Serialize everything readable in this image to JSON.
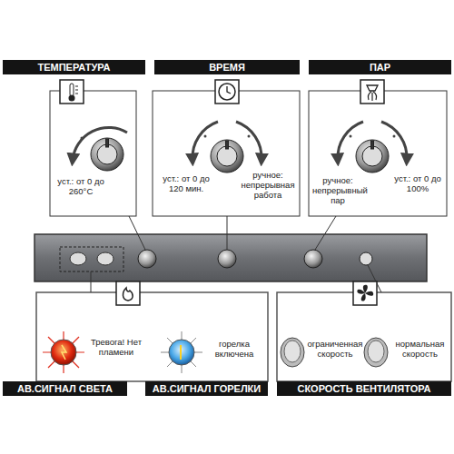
{
  "diagram": {
    "nodes": [
      {
        "text": [
          "ТЕМПЕРАТУРА"
        ]
      },
      {
        "text": [
          "ВРЕМЯ"
        ]
      },
      {
        "text": [
          "ПАР"
        ]
      },
      {
        "text": [
          "уст.: от 0 до 260°C"
        ]
      },
      {
        "text": [
          "уст.: от 0 до 120 мин.",
          "ручное: непрерывная работа"
        ]
      },
      {
        "text": [
          "ручное: непрерывный пар",
          "уст.: от 0 до 100%"
        ]
      },
      {
        "text": [
          "Тревога! Нет пламени",
          "горелка включена"
        ]
      },
      {
        "text": [
          "АВ.СИГНАЛ СВЕТА"
        ]
      },
      {
        "text": [
          "АВ.СИГНАЛ ГОРЕЛКИ"
        ]
      },
      {
        "text": [
          "ограниченная скорость",
          "нормальная скорость"
        ]
      },
      {
        "text": [
          "СКОРОСТЬ ВЕНТИЛЯТОРА"
        ]
      }
    ]
  }
}
